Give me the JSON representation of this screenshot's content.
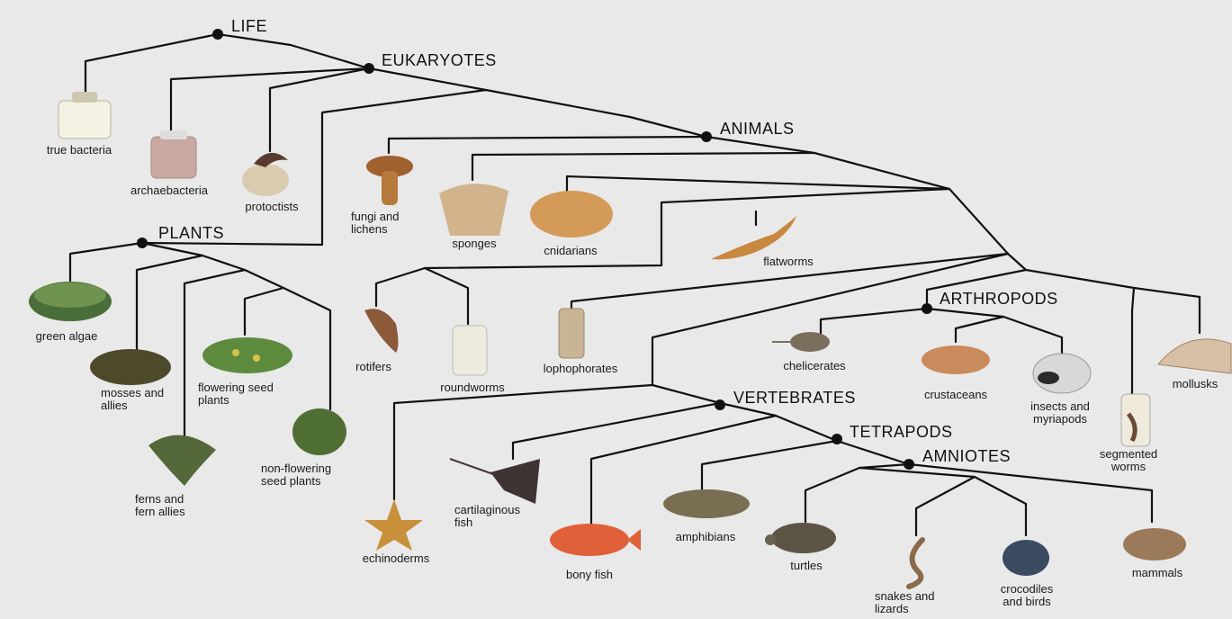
{
  "clades": {
    "life": "LIFE",
    "eukaryotes": "EUKARYOTES",
    "plants": "PLANTS",
    "animals": "ANIMALS",
    "arthropods": "ARTHROPODS",
    "vertebrates": "VERTEBRATES",
    "tetrapods": "TETRAPODS",
    "amniotes": "AMNIOTES"
  },
  "taxa": {
    "true_bacteria": "true bacteria",
    "archaebacteria": "archaebacteria",
    "protoctists": "protoctists",
    "green_algae": "green algae",
    "mosses": "mosses and\nallies",
    "ferns": "ferns and\nfern allies",
    "flowering": "flowering seed\nplants",
    "nonflowering": "non-flowering\nseed plants",
    "fungi": "fungi and\nlichens",
    "sponges": "sponges",
    "cnidarians": "cnidarians",
    "flatworms": "flatworms",
    "rotifers": "rotifers",
    "roundworms": "roundworms",
    "lophophorates": "lophophorates",
    "chelicerates": "chelicerates",
    "crustaceans": "crustaceans",
    "insects": "insects and\nmyriapods",
    "mollusks": "mollusks",
    "segmented": "segmented\nworms",
    "echinoderms": "echinoderms",
    "cartilaginous": "cartilaginous\nfish",
    "bony_fish": "bony fish",
    "amphibians": "amphibians",
    "turtles": "turtles",
    "snakes": "snakes and\nlizards",
    "crocodiles": "crocodiles\nand birds",
    "mammals": "mammals"
  },
  "colors": {
    "background": "#e9e9e9",
    "line": "#111111"
  }
}
